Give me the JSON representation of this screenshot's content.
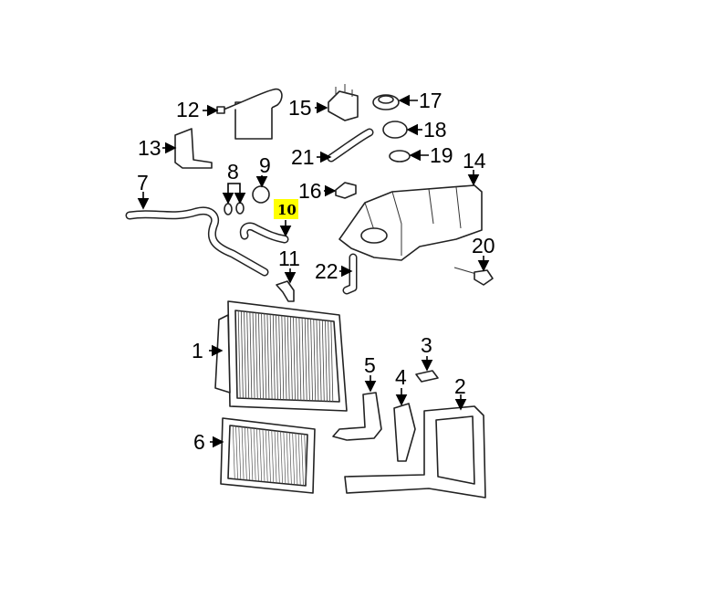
{
  "diagram": {
    "highlight_color": "#ffff00",
    "highlighted_part": "10",
    "callouts": [
      "1",
      "2",
      "3",
      "4",
      "5",
      "6",
      "7",
      "8",
      "9",
      "10",
      "11",
      "12",
      "13",
      "14",
      "15",
      "16",
      "17",
      "18",
      "19",
      "20",
      "21",
      "22"
    ]
  }
}
